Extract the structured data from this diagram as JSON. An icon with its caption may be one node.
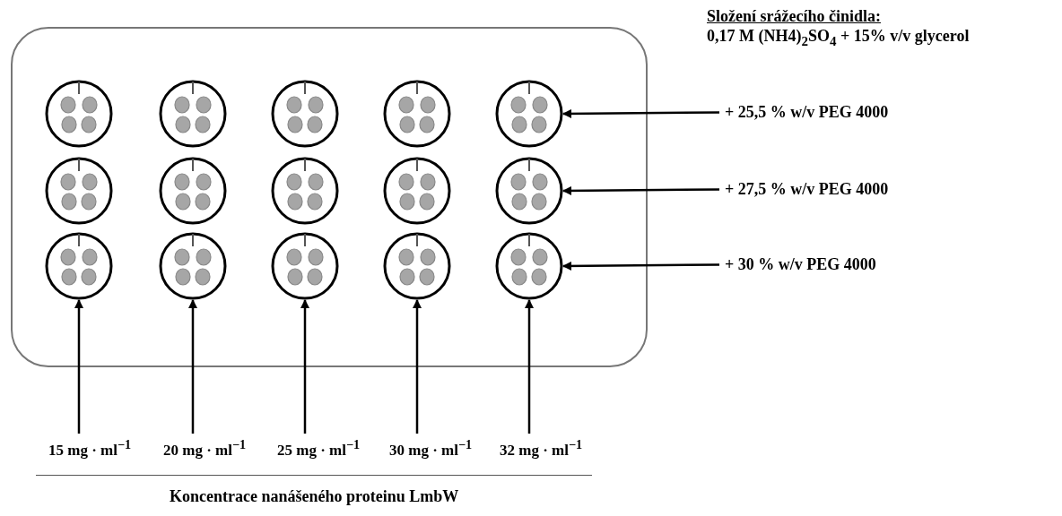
{
  "diagram": {
    "title": "Složení srážecího činidla:",
    "caption": "Koncentrace nanášeného proteinu LmbW",
    "nodes": [
      {
        "text": [],
        "shape": "box"
      },
      {
        "text": [],
        "shape": "circle",
        "in": 0
      },
      {
        "text": [],
        "shape": "circle",
        "in": 0
      },
      {
        "text": [],
        "shape": "circle",
        "in": 0
      },
      {
        "text": [],
        "shape": "circle",
        "in": 0
      },
      {
        "text": [],
        "shape": "circle",
        "in": 0
      },
      {
        "text": [],
        "shape": "circle",
        "in": 0
      },
      {
        "text": [],
        "shape": "circle",
        "in": 0
      },
      {
        "text": [],
        "shape": "circle",
        "in": 0
      },
      {
        "text": [],
        "shape": "circle",
        "in": 0
      },
      {
        "text": [],
        "shape": "circle",
        "in": 0
      },
      {
        "text": [],
        "shape": "circle",
        "in": 0
      },
      {
        "text": [],
        "shape": "circle",
        "in": 0
      },
      {
        "text": [],
        "shape": "circle",
        "in": 0
      },
      {
        "text": [],
        "shape": "circle",
        "in": 0
      },
      {
        "text": [],
        "shape": "circle",
        "in": 0
      },
      {
        "text": [
          "+ 25,5 % w/v PEG 4000"
        ]
      },
      {
        "text": [
          "+ 27,5 % w/v PEG 4000"
        ]
      },
      {
        "text": [
          "+ 30 % w/v PEG 4000"
        ]
      },
      {
        "text": [
          "15 mg · ml$^{−1}$"
        ]
      },
      {
        "text": [
          "20 mg · ml$^{−1}$"
        ]
      },
      {
        "text": [
          "25 mg · ml$^{−1}$"
        ]
      },
      {
        "text": [
          "30 mg · ml$^{−1}$"
        ]
      },
      {
        "text": [
          "32 mg · ml$^{−1}$"
        ]
      }
    ],
    "edges": [
      {
        "from": 16,
        "to": 5,
        "arrow": "to"
      },
      {
        "from": 17,
        "to": 10,
        "arrow": "to"
      },
      {
        "from": 18,
        "to": 15,
        "arrow": "to"
      },
      {
        "from": 19,
        "to": 11,
        "arrow": "to"
      },
      {
        "from": 20,
        "to": 12,
        "arrow": "to"
      },
      {
        "from": 21,
        "to": 13,
        "arrow": "to"
      },
      {
        "from": 22,
        "to": 14,
        "arrow": "to"
      },
      {
        "from": 23,
        "to": 15,
        "arrow": "to"
      }
    ],
    "labels": [
      "0,17 M (NH4)$_{2}$SO$_{4}$ + 15% v/v glycerol"
    ]
  }
}
